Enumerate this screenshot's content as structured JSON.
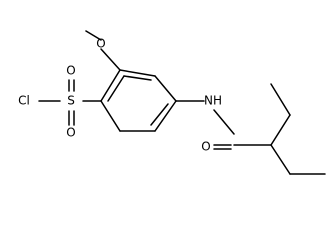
{
  "molecule": {
    "labels": {
      "methoxy_oxygen": "O",
      "sulfonyl_oxygen_top": "O",
      "sulfonyl_oxygen_bottom": "O",
      "sulfur": "S",
      "chlorine": "Cl",
      "nitrogen_hydrogen": "NH",
      "carbonyl_oxygen": "O"
    },
    "colors": {
      "bond": "#000000",
      "text": "#000000",
      "background": "#ffffff"
    }
  }
}
